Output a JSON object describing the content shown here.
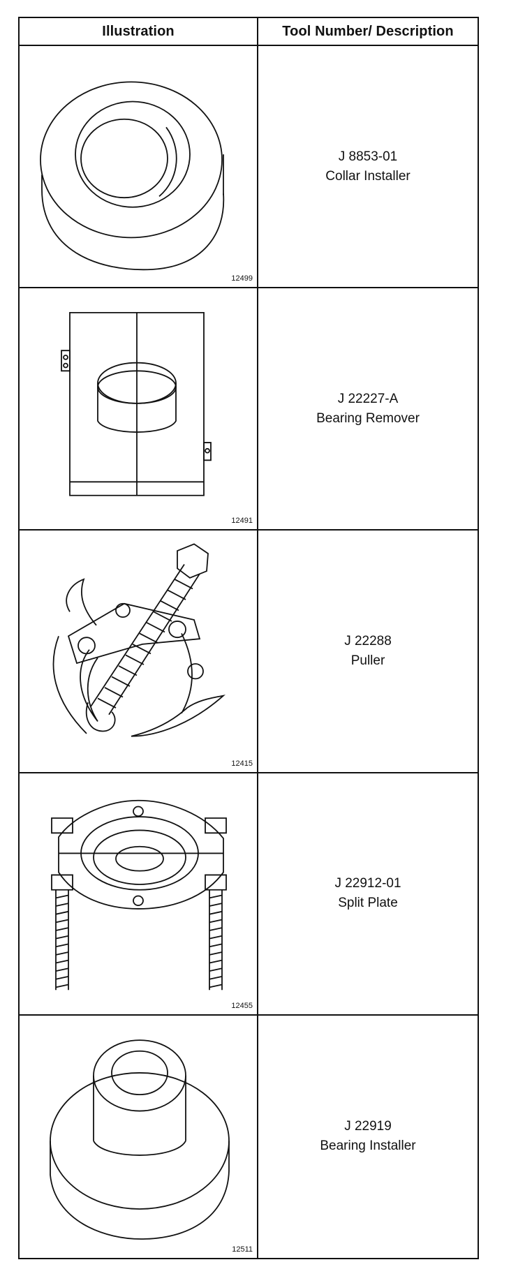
{
  "table": {
    "headers": {
      "illustration": "Illustration",
      "description": "Tool Number/ Description"
    },
    "rows": [
      {
        "figure_number": "12499",
        "tool_number": "J 8853-01",
        "description": "Collar Installer",
        "icon": "collar-installer-icon"
      },
      {
        "figure_number": "12491",
        "tool_number": "J 22227-A",
        "description": "Bearing Remover",
        "icon": "bearing-remover-icon"
      },
      {
        "figure_number": "12415",
        "tool_number": "J 22288",
        "description": "Puller",
        "icon": "puller-icon"
      },
      {
        "figure_number": "12455",
        "tool_number": "J 22912-01",
        "description": "Split Plate",
        "icon": "split-plate-icon"
      },
      {
        "figure_number": "12511",
        "tool_number": "J 22919",
        "description": "Bearing Installer",
        "icon": "bearing-installer-icon"
      }
    ]
  }
}
